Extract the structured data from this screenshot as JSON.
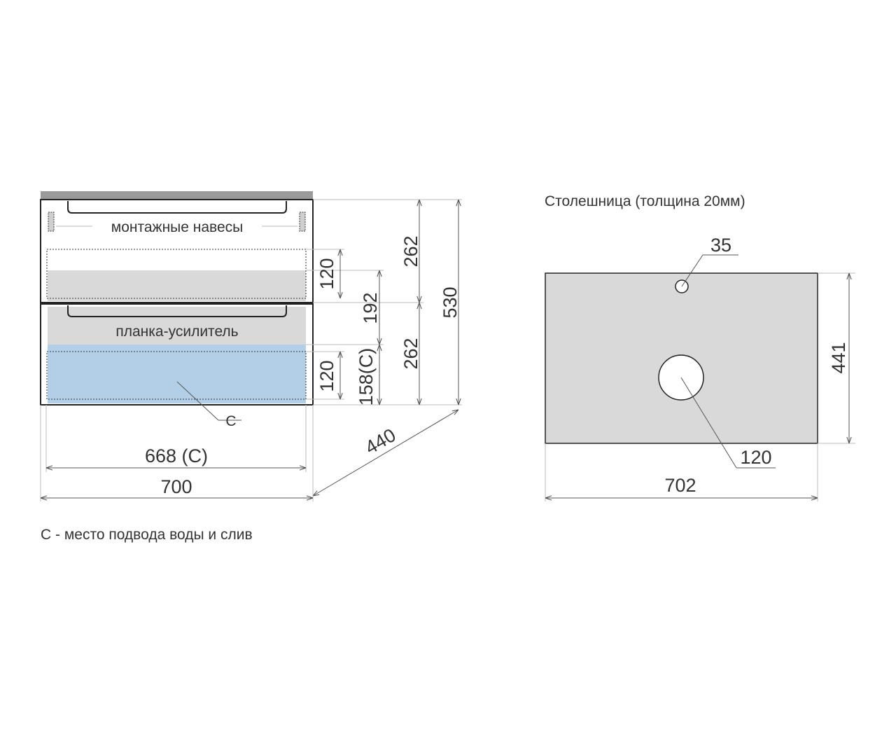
{
  "cabinet": {
    "label_hangers": "монтажные навесы",
    "label_reinforcement": "планка-усилитель",
    "label_c": "С",
    "dim_drawer_top": "262",
    "dim_drawer_bottom": "262",
    "dim_total_height": "530",
    "dim_zone_upper": "120",
    "dim_zone_lower": "120",
    "dim_192": "192",
    "dim_158c": "158(С)",
    "dim_668c": "668 (С)",
    "dim_width": "700",
    "dim_depth": "440"
  },
  "legend": {
    "note": "С - место подвода воды и слив"
  },
  "countertop": {
    "title": "Столешница (толщина 20мм)",
    "dim_small_hole": "35",
    "dim_large_hole": "120",
    "dim_depth": "441",
    "dim_width": "702"
  },
  "colors": {
    "stroke": "#222222",
    "gray_fill": "#d9d9d9",
    "blue_zone": "#b3cfe8",
    "top_strip": "#9a9a9a",
    "dim_line": "#555555"
  }
}
